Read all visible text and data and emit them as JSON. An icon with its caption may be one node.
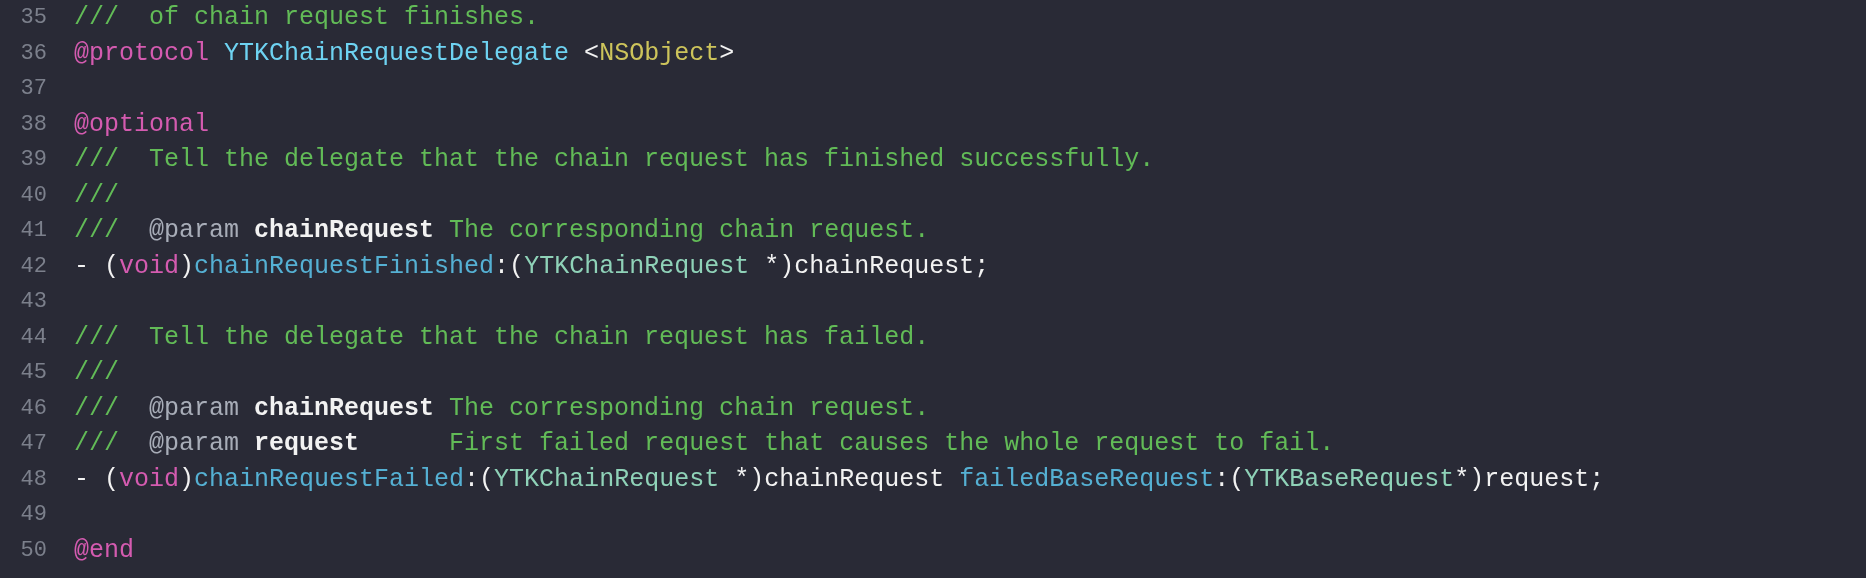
{
  "diagram": {
    "labels": [
      "35",
      "///  of chain request finishes.",
      "36",
      "@protocol YTKChainRequestDelegate <NSObject>",
      "37",
      "38",
      "@optional",
      "39",
      "///  Tell the delegate that the chain request has finished successfully.",
      "40",
      "///",
      "41",
      "///  @param chainRequest The corresponding chain request.",
      "42",
      "- (void)chainRequestFinished:(YTKChainRequest *)chainRequest;",
      "43",
      "44",
      "///  Tell the delegate that the chain request has failed.",
      "45",
      "///",
      "46",
      "///  @param chainRequest The corresponding chain request.",
      "47",
      "///  @param request      First failed request that causes the whole request to fail.",
      "48",
      "- (void)chainRequestFailed:(YTKChainRequest *)chainRequest failedBaseRequest:(YTKBaseRequest*)request;",
      "49",
      "50",
      "@end"
    ]
  }
}
